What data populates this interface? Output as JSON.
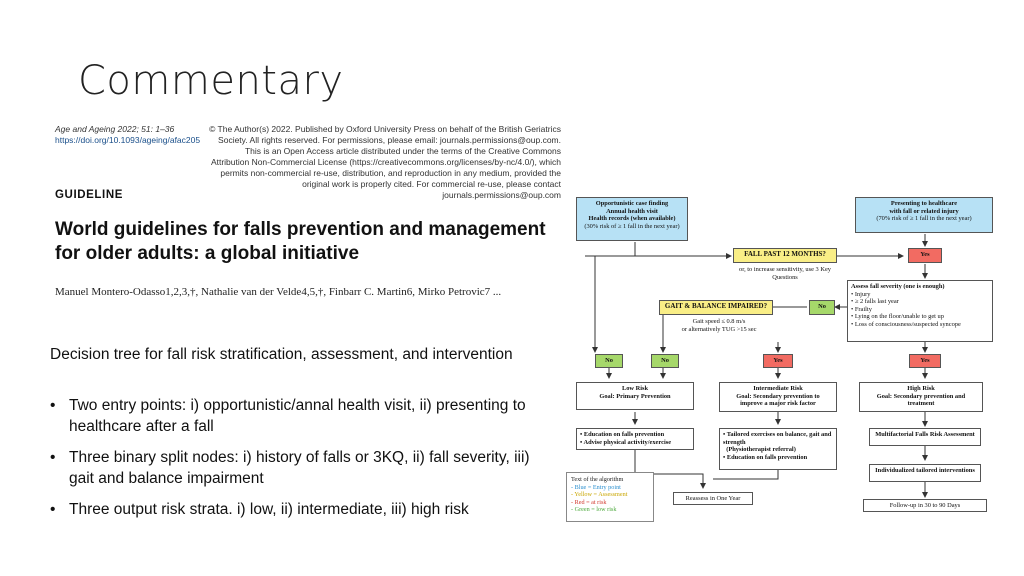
{
  "slide": {
    "title": "Commentary"
  },
  "paper": {
    "journal_line": "Age and Ageing 2022; 51: 1–36",
    "doi": "https://doi.org/10.1093/ageing/afac205",
    "license_text": "© The Author(s) 2022. Published by Oxford University Press on behalf of the British Geriatrics Society. All rights reserved. For permissions, please email: journals.permissions@oup.com. This is an Open Access article distributed under the terms of the Creative Commons Attribution Non-Commercial License (https://creativecommons.org/licenses/by-nc/4.0/), which permits non-commercial re-use, distribution, and reproduction in any medium, provided the original work is properly cited. For commercial re-use, please contact journals.permissions@oup.com",
    "section_label": "GUIDELINE",
    "title": "World guidelines for falls prevention and management for older adults: a global initiative",
    "authors": "Manuel Montero-Odasso1,2,3,†, Nathalie van der Velde4,5,†, Finbarr C. Martin6, Mirko Petrovic7 ..."
  },
  "body": {
    "lead": "Decision tree for fall risk stratification, assessment, and intervention",
    "bullets": [
      "Two entry points: i) opportunistic/annal health visit, ii) presenting to healthcare after a fall",
      "Three binary split nodes: i) history of falls or 3KQ, ii) fall severity, iii) gait and balance impairment",
      "Three output risk strata. i) low, ii) intermediate, iii) high risk"
    ],
    "bullet_glyph": "•"
  },
  "flowchart": {
    "entry1": {
      "line1": "Opportunistic case finding",
      "line2": "Annual health visit",
      "line3": "Health records (when available)",
      "line4": "(30% risk of ≥ 1 fall in the next year)"
    },
    "entry2": {
      "line1": "Presenting to healthcare",
      "line2": "with fall or related injury",
      "line3": "(70% risk of ≥ 1 fall in the next year)"
    },
    "q_falls": "FALL PAST 12 MONTHS?",
    "q_falls_note": "or, to increase sensitivity, use 3 Key Questions",
    "yes1": "Yes",
    "severity": {
      "title": "Assess fall severity (one is enough)",
      "items": [
        "Injury",
        "≥ 2 falls last year",
        "Frailty",
        "Lying on the floor/unable to get up",
        "Loss of consciousness/suspected syncope"
      ]
    },
    "q_gait": "GAIT & BALANCE IMPAIRED?",
    "q_gait_note1": "Gait speed ≤ 0.8 m/s",
    "q_gait_note2": "or alternatively TUG >15 sec",
    "no_gait": "No",
    "no1": "No",
    "no2": "No",
    "yes2": "Yes",
    "yes3": "Yes",
    "low": {
      "line1": "Low Risk",
      "line2": "Goal: Primary Prevention"
    },
    "inter": {
      "line1": "Intermediate Risk",
      "line2": "Goal: Secondary prevention to",
      "line3": "improve a major risk factor"
    },
    "high": {
      "line1": "High Risk",
      "line2": "Goal: Secondary prevention and",
      "line3": "treatment"
    },
    "low_actions": [
      "Education on falls prevention",
      "Advise physical activity/exercise"
    ],
    "inter_actions": [
      "Tailored exercises on balance, gait and strength",
      "(Physiotherapist referral)",
      "Education on falls prevention"
    ],
    "high_action1": "Multifactorial Falls Risk Assessment",
    "high_action2": "Individualized tailored interventions",
    "reassess": "Reassess in One Year",
    "followup": "Follow-up in 30 to 90 Days",
    "legend": {
      "title": "Text of the algorithm",
      "blue": "- Blue = Entry point",
      "yellow": "- Yellow = Assessment",
      "red": "- Red = at risk",
      "green": "- Green = low risk"
    },
    "colors": {
      "cyan": "#b7e1f5",
      "yellow": "#f9ee86",
      "red": "#f26b62",
      "green": "#a6d86a"
    }
  }
}
